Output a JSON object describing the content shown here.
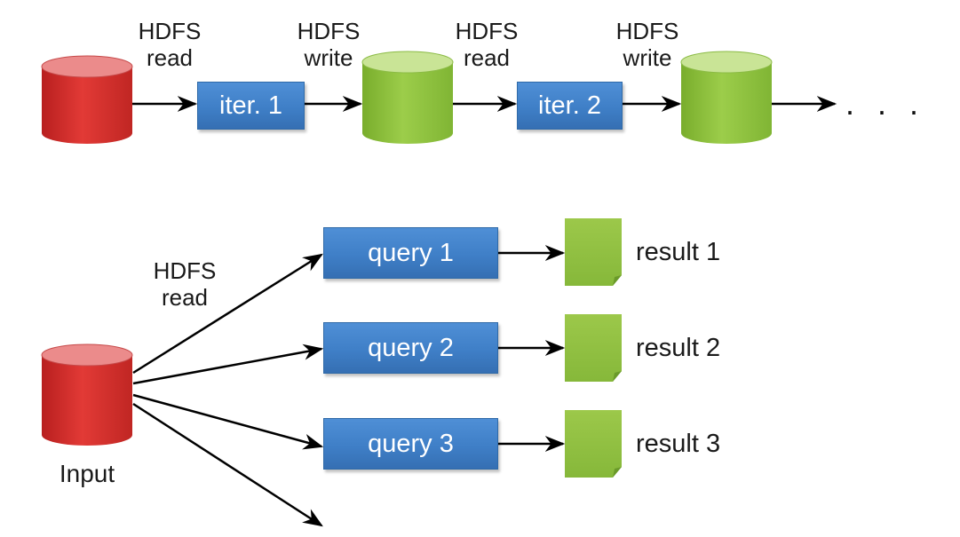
{
  "colors": {
    "red_cylinder": "#d9312f",
    "green_cylinder": "#8fc43c",
    "blue_box": "#3f7fc7",
    "arrow": "#000000"
  },
  "top_pipeline": {
    "labels": {
      "hdfs_read_1": "HDFS\nread",
      "hdfs_write_1": "HDFS\nwrite",
      "hdfs_read_2": "HDFS\nread",
      "hdfs_write_2": "HDFS\nwrite"
    },
    "iter1": "iter. 1",
    "iter2": "iter. 2",
    "ellipsis": ". . ."
  },
  "bottom_pipeline": {
    "hdfs_read": "HDFS\nread",
    "input_label": "Input",
    "queries": [
      "query 1",
      "query 2",
      "query 3"
    ],
    "results": [
      "result 1",
      "result 2",
      "result 3"
    ]
  }
}
